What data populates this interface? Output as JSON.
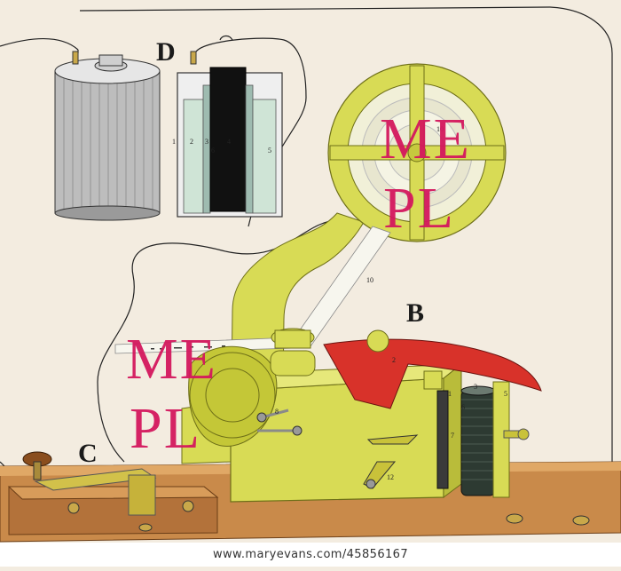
{
  "labels": {
    "B": "B",
    "C": "C",
    "D": "D"
  },
  "part_numbers": {
    "reel": "10",
    "tape": "10",
    "cell_a": "1",
    "cell_b": "2",
    "cell_c": "3",
    "cell_d": "4",
    "cell_e": "5",
    "cell_f": "6",
    "lever_a": "2",
    "lever_b": "3",
    "arm": "1",
    "coil": "6",
    "coil_b": "5",
    "screw": "7",
    "wheel": "8",
    "lever_c": "12"
  },
  "watermarks": [
    {
      "line1": "ME",
      "line2": "PL"
    },
    {
      "line1": "ME",
      "line2": "PL"
    }
  ],
  "credit": "www.maryevans.com/45856167",
  "colors": {
    "paper": "#f3ece0",
    "yellow": "#d8db55",
    "yellow_dark": "#a8ab2a",
    "red": "#d8322a",
    "wood": "#c98a4a",
    "watermark": "#d4185e"
  }
}
